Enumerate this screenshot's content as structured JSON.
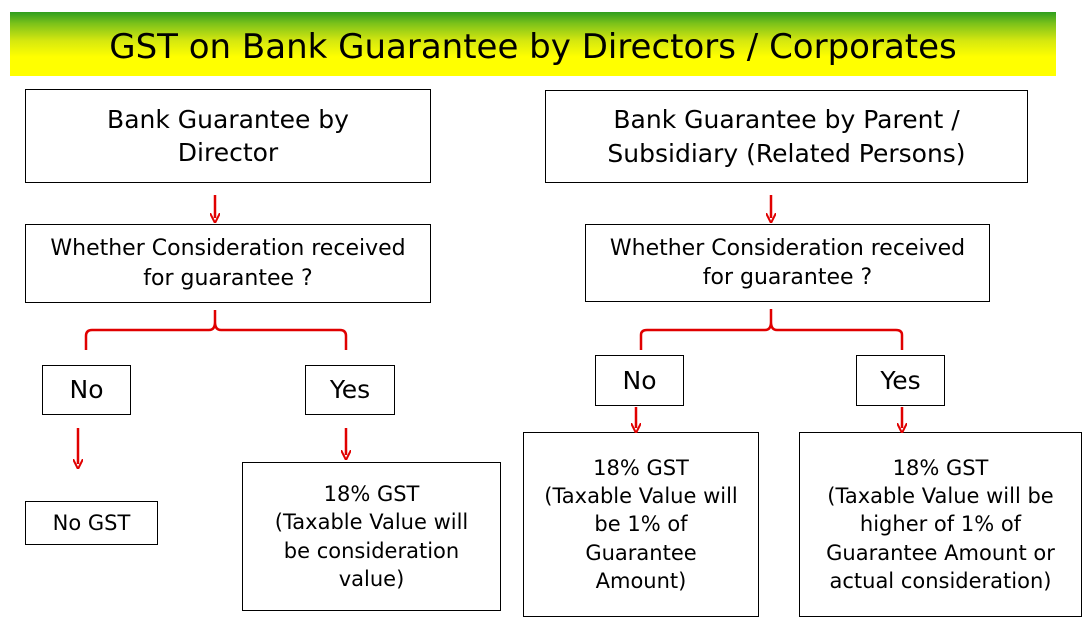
{
  "title": "GST on Bank Guarantee by Directors / Corporates",
  "left": {
    "header": "Bank Guarantee by\nDirector",
    "question": "Whether Consideration received\nfor guarantee ?",
    "no_label": "No",
    "yes_label": "Yes",
    "no_result": "No GST",
    "yes_result": "18% GST\n(Taxable Value will\nbe  consideration\nvalue)"
  },
  "right": {
    "header": "Bank Guarantee by Parent /\nSubsidiary (Related Persons)",
    "question": "Whether Consideration received\nfor guarantee ?",
    "no_label": "No",
    "yes_label": "Yes",
    "no_result": "18% GST\n(Taxable Value will\nbe 1% of\nGuarantee\nAmount)",
    "yes_result": "18% GST\n(Taxable Value will be\nhigher of 1% of\nGuarantee Amount or\nactual consideration)"
  },
  "colors": {
    "arrow": "#e00000",
    "title_top": "#2f9e1f",
    "title_bottom": "#ffff00"
  }
}
